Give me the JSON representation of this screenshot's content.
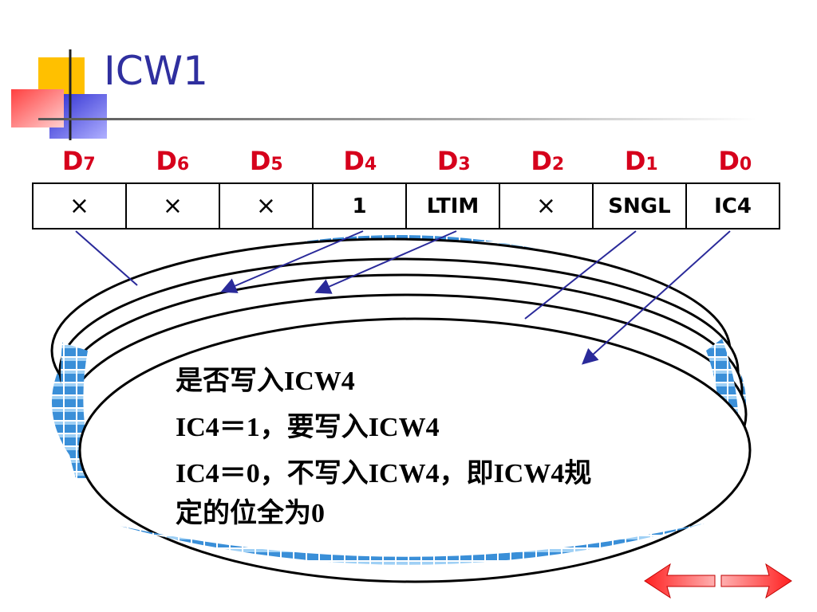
{
  "slide": {
    "title": "ICW1",
    "bits": [
      {
        "name": "D",
        "sub": "7"
      },
      {
        "name": "D",
        "sub": "6"
      },
      {
        "name": "D",
        "sub": "5"
      },
      {
        "name": "D",
        "sub": "4"
      },
      {
        "name": "D",
        "sub": "3"
      },
      {
        "name": "D",
        "sub": "2"
      },
      {
        "name": "D",
        "sub": "1"
      },
      {
        "name": "D",
        "sub": "0"
      }
    ],
    "cells": [
      "×",
      "×",
      "×",
      "1",
      "LTIM",
      "×",
      "SNGL",
      "IC4"
    ],
    "description": {
      "line1": "是否写入ICW4",
      "line2": "IC4＝1，要写入ICW4",
      "line3": "IC4＝0，不写入ICW4，即ICW4规定的位全为0"
    }
  },
  "colors": {
    "title": "#2f2f9f",
    "bit_label": "#d6001c",
    "arrow_line": "#2a2a9a",
    "tile_blue": "#3a8fd8",
    "nav_arrow": "#e01010"
  },
  "nav": {
    "prev_icon": "left-arrow-icon",
    "next_icon": "right-arrow-icon"
  }
}
